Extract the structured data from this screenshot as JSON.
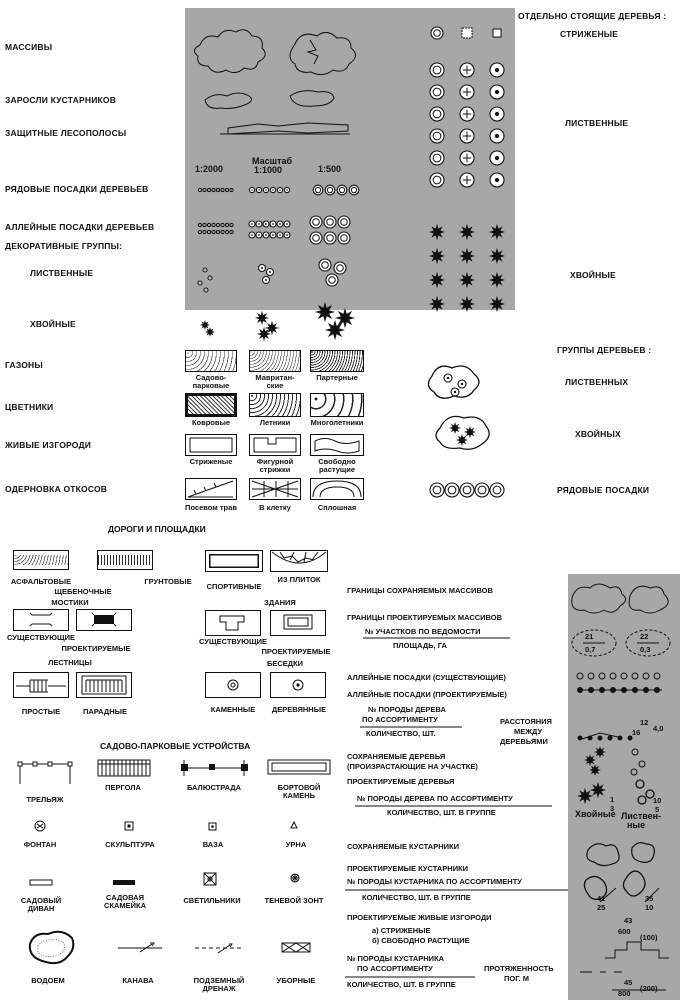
{
  "top_left": {
    "massivy": "МАССИВЫ",
    "zarosli": "ЗАРОСЛИ КУСТАРНИКОВ",
    "zashchitnye": "ЗАЩИТНЫЕ ЛЕСОПОЛОСЫ",
    "ryadovye": "РЯДОВЫЕ ПОСАДКИ ДЕРЕВЬЕВ",
    "alleinye": "АЛЛЕЙНЫЕ ПОСАДКИ ДЕРЕВЬЕВ",
    "dekorativnye": "ДЕКОРАТИВНЫЕ ГРУППЫ:",
    "listvennye": "ЛИСТВЕННЫЕ",
    "khvoinye": "ХВОЙНЫЕ",
    "gazony": "ГАЗОНЫ",
    "tsvetniki": "ЦВЕТНИКИ",
    "zhivye": "ЖИВЫЕ ИЗГОРОДИ",
    "oderno": "ОДЕРНОВКА ОТКОСОВ"
  },
  "scale": {
    "title": "Масштаб",
    "s1": "1:2000",
    "s2": "1:1000",
    "s3": "1:500"
  },
  "lawn": [
    "Садово-",
    "парковые",
    "Мавритан-",
    "ские",
    "Партерные"
  ],
  "flower": [
    "Ковровые",
    "Летники",
    "Многолетники"
  ],
  "hedge": [
    "Стриженые",
    "Фигурной",
    "стрижки",
    "Свободно",
    "растущие"
  ],
  "slope": [
    "Посевом трав",
    "В клетку",
    "Сплошная"
  ],
  "top_right": {
    "otdelno": "ОТДЕЛЬНО СТОЯЩИЕ ДЕРЕВЬЯ :",
    "strizhenye": "СТРИЖЕНЫЕ",
    "listvennye": "ЛИСТВЕННЫЕ",
    "khvoinye": "ХВОЙНЫЕ",
    "gruppy": "ГРУППЫ ДЕРЕВЬЕВ :",
    "g_listvennykh": "ЛИСТВЕННЫХ",
    "g_khvoinykh": "ХВОЙНЫХ",
    "ryadovye": "РЯДОВЫЕ ПОСАДКИ"
  },
  "roads": {
    "title": "ДОРОГИ И ПЛОЩАДКИ",
    "asfalt": "АСФАЛЬТОВЫЕ",
    "shcheben": "ЩЕБЕНОЧНЫЕ",
    "grunt": "ГРУНТОВЫЕ",
    "sport": "СПОРТИВНЫЕ",
    "plitki": "ИЗ ПЛИТОК",
    "mostiki": "МОСТИКИ",
    "m_sush": "СУЩЕСТВУЮЩИЕ",
    "m_proekt": "ПРОЕКТИРУЕМЫЕ",
    "zdaniya": "ЗДАНИЯ",
    "z_sush": "СУЩЕСТВУЮЩИЕ",
    "z_proekt": "ПРОЕКТИРУЕМЫЕ",
    "lestnitsy": "ЛЕСТНИЦЫ",
    "prostye": "ПРОСТЫЕ",
    "paradnye": "ПАРАДНЫЕ",
    "besedki": "БЕСЕДКИ",
    "kamennye": "КАМЕННЫЕ",
    "derevyannye": "ДЕРЕВЯННЫЕ"
  },
  "park": {
    "title": "САДОВО-ПАРКОВЫЕ УСТРОЙСТВА",
    "trelyazh": "ТРЕЛЬЯЖ",
    "pergola": "ПЕРГОЛА",
    "balyustrada": "БАЛЮСТРАДА",
    "bort1": "БОРТОВОЙ",
    "bort2": "КАМЕНЬ",
    "fontan": "ФОНТАН",
    "skulptura": "СКУЛЬПТУРА",
    "vaza": "ВАЗА",
    "urna": "УРНА",
    "divan1": "САДОВЫЙ",
    "divan2": "ДИВАН",
    "skam1": "САДОВАЯ",
    "skam2": "СКАМЕЙКА",
    "svet": "СВЕТИЛЬНИКИ",
    "zont": "ТЕНЕВОЙ ЗОНТ",
    "vodoem": "ВОДОЕМ",
    "kanava": "КАНАВА",
    "drenazh1": "ПОДЗЕМНЫЙ",
    "drenazh2": "ДРЕНАЖ",
    "ubornye": "УБОРНЫЕ"
  },
  "br": {
    "l1": "ГРАНИЦЫ СОХРАНЯЕМЫХ МАССИВОВ",
    "l2": "ГРАНИЦЫ ПРОЕКТИРУЕМЫХ МАССИВОВ",
    "l2a": "№ УЧАСТКОВ ПО ВЕДОМОСТИ",
    "l2b": "ПЛОЩАДЬ, ГА",
    "l3": "АЛЛЕЙНЫЕ ПОСАДКИ (СУЩЕСТВУЮЩИЕ)",
    "l4": "АЛЛЕЙНЫЕ ПОСАДКИ (ПРОЕКТИРУЕМЫЕ)",
    "l5a": "№ ПОРОДЫ ДЕРЕВА",
    "l5b": "ПО АССОРТИМЕНТУ",
    "l5c": "КОЛИЧЕСТВО, ШТ.",
    "l5d": "РАССТОЯНИЯ",
    "l5e": "МЕЖДУ",
    "l5f": "ДЕРЕВЬЯМИ",
    "l6a": "СОХРАНЯЕМЫЕ ДЕРЕВЬЯ",
    "l6b": "(ПРОИЗРАСТАЮЩИЕ НА УЧАСТКЕ)",
    "l7": "ПРОЕКТИРУЕМЫЕ ДЕРЕВЬЯ",
    "l7a": "№ ПОРОДЫ ДЕРЕВА ПО АССОРТИМЕНТУ",
    "l7b": "КОЛИЧЕСТВО, ШТ. В ГРУППЕ",
    "l8": "СОХРАНЯЕМЫЕ КУСТАРНИКИ",
    "l9": "ПРОЕКТИРУЕМЫЕ КУСТАРНИКИ",
    "l9a": "№ ПОРОДЫ КУСТАРНИКА ПО АССОРТИМЕНТУ",
    "l9b": "КОЛИЧЕСТВО, ШТ. В ГРУППЕ",
    "l10": "ПРОЕКТИРУЕМЫЕ ЖИВЫЕ ИЗГОРОДИ",
    "l10a": "а) СТРИЖЕНЫЕ",
    "l10b": "б) СВОБОДНО РАСТУЩИЕ",
    "l11a": "№ ПОРОДЫ КУСТАРНИКА",
    "l11b": "ПО АССОРТИМЕНТУ",
    "l11c": "КОЛИЧЕСТВО, ШТ. В ГРУППЕ",
    "l11d": "ПРОТЯЖЕННОСТЬ",
    "l11e": "ПОГ. М"
  },
  "panel2": {
    "a1": "21",
    "a2": "0,7",
    "b1": "22",
    "b2": "0,3",
    "d1": "12",
    "d2": "16",
    "d3": "4,0",
    "k1": "1",
    "k2": "3",
    "kv": "Хвойные",
    "l1": "10",
    "l2": "5",
    "lv1": "Листвен-",
    "lv2": "ные",
    "s1": "41",
    "s2": "25",
    "t1": "35",
    "t2": "10",
    "h1": "43",
    "h2": "600",
    "h3": "(100)",
    "f1": "45",
    "f2": "800",
    "f3": "(200)"
  }
}
